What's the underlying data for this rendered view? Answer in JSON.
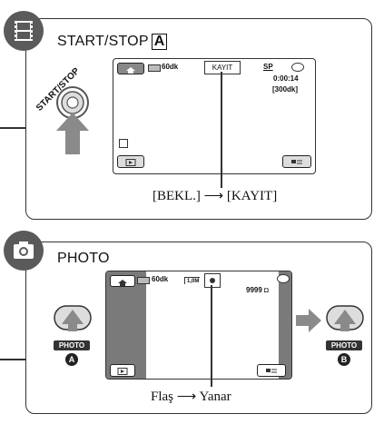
{
  "section1": {
    "title": "START/STOP",
    "title_letter": "A",
    "button_text": "START/STOP",
    "lcd": {
      "battery": "60dk",
      "mode_box": "KAYIT",
      "sp": "SP",
      "time": "0:00:14",
      "remaining": "[300dk]"
    },
    "caption_left": "[BEKL.]",
    "caption_arrow": "⟶",
    "caption_right": "[KAYIT]"
  },
  "section2": {
    "title": "PHOTO",
    "lcd": {
      "battery": "60dk",
      "image_size": "1,0M",
      "count": "9999"
    },
    "button_a_label": "PHOTO",
    "button_b_label": "PHOTO",
    "marker_a": "A",
    "marker_b": "B",
    "caption_left": "Flaş",
    "caption_arrow": "⟶",
    "caption_right": "Yanar"
  },
  "colors": {
    "icon_bg": "#5a5a5a",
    "side_bar": "#7a7a7a",
    "accent_arrow": "#8a8a8a"
  }
}
